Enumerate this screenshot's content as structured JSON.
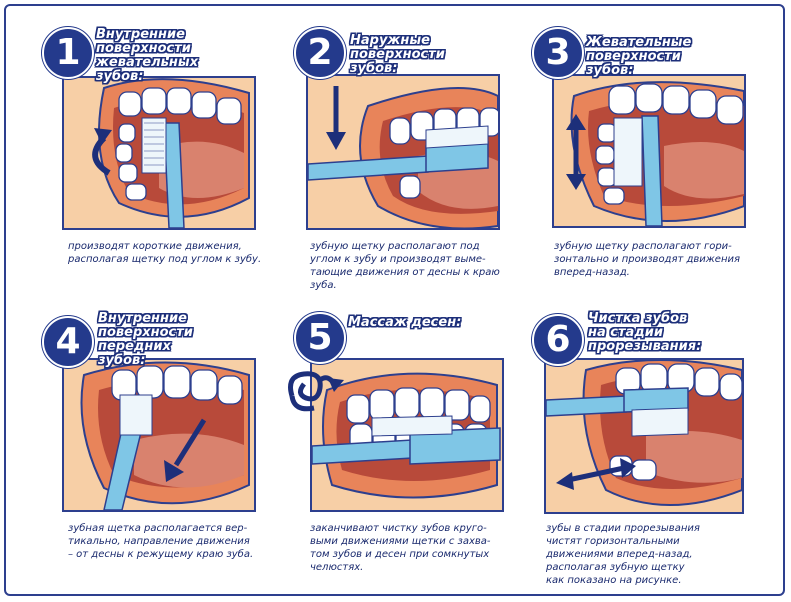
{
  "steps": [
    {
      "number": "1",
      "title": [
        "Внутренние",
        "поверхности",
        "жевательных",
        "зубов:"
      ],
      "caption": [
        "производят короткие движения,",
        "располагая щетку под углом к зубу."
      ]
    },
    {
      "number": "2",
      "title": [
        "Наружные",
        "поверхности",
        "зубов:"
      ],
      "caption": [
        "зубную щетку располагают под",
        "углом к зубу и производят выме-",
        "тающие движения от десны к краю",
        "зуба."
      ]
    },
    {
      "number": "3",
      "title": [
        "Жевательные",
        "поверхности",
        "зубов:"
      ],
      "caption": [
        "зубную щетку располагают гори-",
        "зонтально и производят движения",
        "вперед-назад."
      ]
    },
    {
      "number": "4",
      "title": [
        "Внутренние",
        "поверхности",
        "передних",
        "зубов:"
      ],
      "caption": [
        "зубная щетка располагается вер-",
        "тикально, направление движения",
        "– от десны к режущему краю зуба."
      ]
    },
    {
      "number": "5",
      "title": [
        "Массаж десен:"
      ],
      "caption": [
        "заканчивают чистку зубов круго-",
        "выми движениями щетки с захва-",
        "том зубов и десен при сомкнутых",
        "челюстях."
      ]
    },
    {
      "number": "6",
      "title": [
        "Чистка зубов",
        "на стадии",
        "прорезывания:"
      ],
      "caption": [
        "зубы в стадии прорезывания",
        "чистят горизонтальными",
        "движениями вперед-назад,",
        "располагая зубную щетку",
        "как показано на рисунке."
      ]
    }
  ],
  "colors": {
    "frame": "#2d3f8e",
    "badge": "#243a8c",
    "skin": "#f7cfa6",
    "lip": "#e8845a",
    "mouth": "#b84a3a",
    "tongue": "#d9826e",
    "tooth": "#ffffff",
    "brush": "#7fc6e6",
    "arrow": "#1d2f7a"
  },
  "icons": [
    "mouth-illustration",
    "toothbrush-icon",
    "motion-arrow-icon",
    "circular-arrow-icon"
  ]
}
